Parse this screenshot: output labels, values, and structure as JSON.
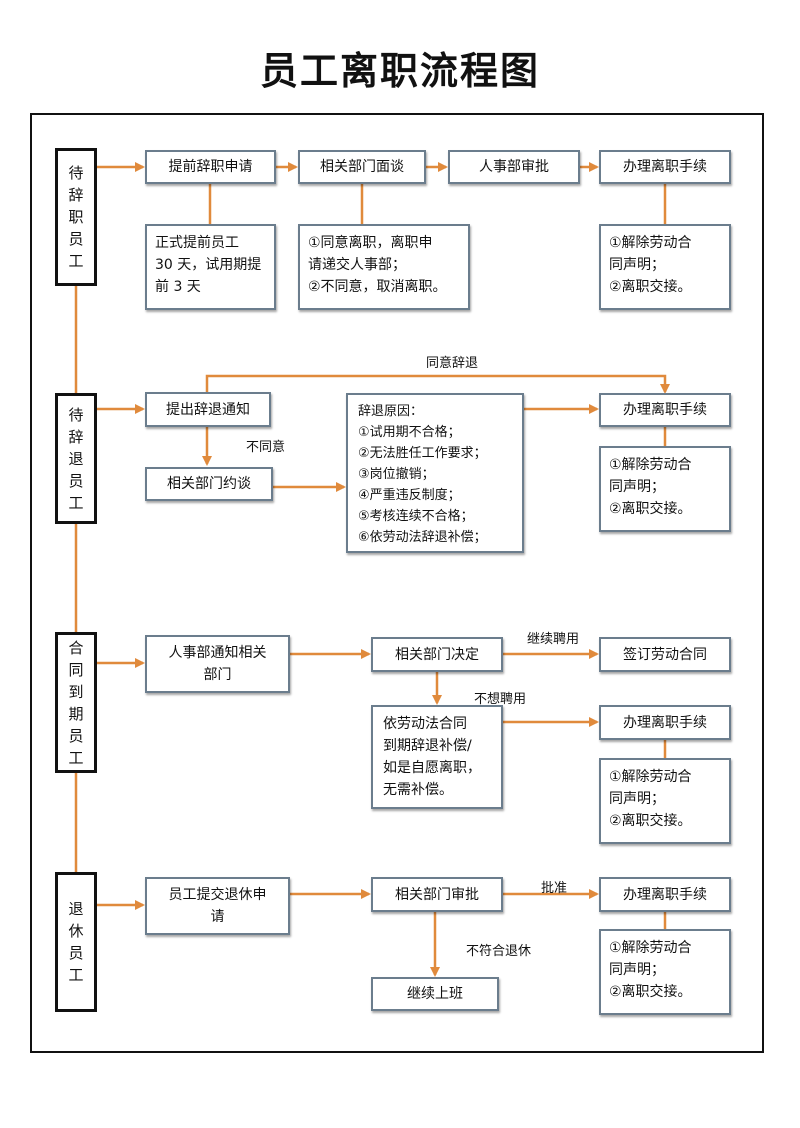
{
  "title": "员工离职流程图",
  "colors": {
    "arrow": "#e08a3c",
    "box_border": "#6b7d8d",
    "frame": "#111111"
  },
  "categories": [
    {
      "chars": [
        "待",
        "辞",
        "职",
        "员",
        "工"
      ]
    },
    {
      "chars": [
        "待",
        "辞",
        "退",
        "员",
        "工"
      ]
    },
    {
      "chars": [
        "合",
        "同",
        "到",
        "期",
        "员",
        "工"
      ]
    },
    {
      "chars": [
        "退",
        "休",
        "员",
        "工"
      ]
    }
  ],
  "resign": {
    "steps": [
      "提前辞职申请",
      "相关部门面谈",
      "人事部审批",
      "办理离职手续"
    ],
    "note_notice": [
      "正式提前员工",
      "30 天，试用期提",
      "前 3 天"
    ],
    "note_interview": [
      "①同意离职，离职申",
      "请递交人事部；",
      "②不同意，取消离职。"
    ],
    "note_procedure": [
      "①解除劳动合",
      "同声明；",
      "②离职交接。"
    ]
  },
  "dismiss": {
    "notice": "提出辞退通知",
    "talk": "相关部门约谈",
    "label_agree": "同意辞退",
    "label_disagree": "不同意",
    "reasons": [
      "辞退原因：",
      "①试用期不合格；",
      "②无法胜任工作要求；",
      "③岗位撤销；",
      "④严重违反制度；",
      "⑤考核连续不合格；",
      "⑥依劳动法辞退补偿；"
    ],
    "procedure": "办理离职手续",
    "note_procedure": [
      "①解除劳动合",
      "同声明；",
      "②离职交接。"
    ]
  },
  "contract": {
    "notify": [
      "人事部通知相关",
      "部门"
    ],
    "decide": "相关部门决定",
    "label_continue": "继续聘用",
    "sign": "签订劳动合同",
    "label_no": "不想聘用",
    "compensation": [
      "依劳动法合同",
      "到期辞退补偿/",
      "如是自愿离职，",
      "无需补偿。"
    ],
    "procedure": "办理离职手续",
    "note_procedure": [
      "①解除劳动合",
      "同声明；",
      "②离职交接。"
    ]
  },
  "retire": {
    "submit": [
      "员工提交退休申",
      "请"
    ],
    "approve": "相关部门审批",
    "label_approved": "批准",
    "procedure": "办理离职手续",
    "label_not_eligible": "不符合退休",
    "continue": "继续上班",
    "note_procedure": [
      "①解除劳动合",
      "同声明；",
      "②离职交接。"
    ]
  }
}
